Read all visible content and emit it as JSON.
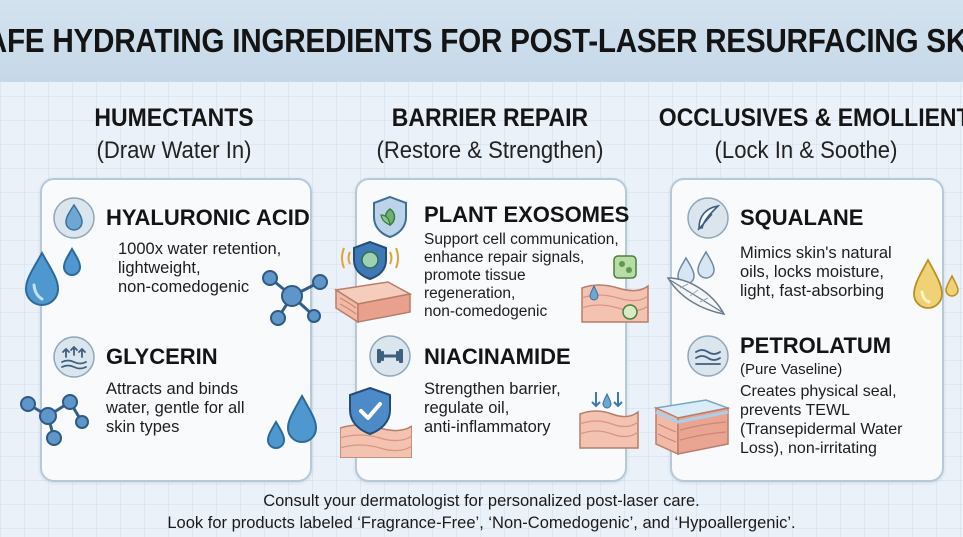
{
  "title": "SAFE HYDRATING INGREDIENTS FOR POST-LASER RESURFACING SKIN",
  "columns": [
    {
      "heading": "HUMECTANTS",
      "subheading": "(Draw Water In)",
      "ingredients": [
        {
          "name": "HYALURONIC ACID",
          "icon": "water-drop-icon",
          "description": [
            "1000x water retention,",
            "lightweight,",
            "non-comedogenic"
          ]
        },
        {
          "name": "GLYCERIN",
          "icon": "moisture-arrows-icon",
          "description": [
            "Attracts and binds",
            "water, gentle for all",
            "skin types"
          ]
        }
      ]
    },
    {
      "heading": "BARRIER REPAIR",
      "subheading": "(Restore & Strengthen)",
      "ingredients": [
        {
          "name": "PLANT EXOSOMES",
          "icon": "leaf-shield-icon",
          "description": [
            "Support cell communication,",
            "enhance repair signals,",
            "promote tissue",
            "regeneration,",
            "non-comedogenic"
          ]
        },
        {
          "name": "NIACINAMIDE",
          "icon": "dumbbell-icon",
          "description": [
            "Strengthen barrier,",
            "regulate oil,",
            "anti-inflammatory"
          ]
        }
      ]
    },
    {
      "heading": "OCCLUSIVES & EMOLLIENTS",
      "subheading": "(Lock In & Soothe)",
      "ingredients": [
        {
          "name": "SQUALANE",
          "icon": "feather-icon",
          "description": [
            "Mimics skin's natural",
            "oils, locks moisture,",
            "light, fast-absorbing"
          ]
        },
        {
          "name": "PETROLATUM",
          "subname": "(Pure Vaseline)",
          "icon": "seal-layer-icon",
          "description": [
            "Creates physical seal,",
            "prevents TEWL",
            "(Transepidermal Water",
            "Loss), non-irritating"
          ]
        }
      ]
    }
  ],
  "footer": [
    "Consult your dermatologist for personalized post-laser care.",
    "Look for products labeled ‘Fragrance-Free’, ‘Non-Comedogenic’, and ‘Hypoallergenic’."
  ],
  "colors": {
    "title_bar": "#c9dbea",
    "card_border": "#b7c8d8",
    "drop_blue": "#3f8cc6",
    "molecule_blue": "#4a86bd",
    "oil_yellow": "#e8c24a",
    "skin_pink": "#f2b9a6",
    "shield_blue": "#3d79b5"
  }
}
